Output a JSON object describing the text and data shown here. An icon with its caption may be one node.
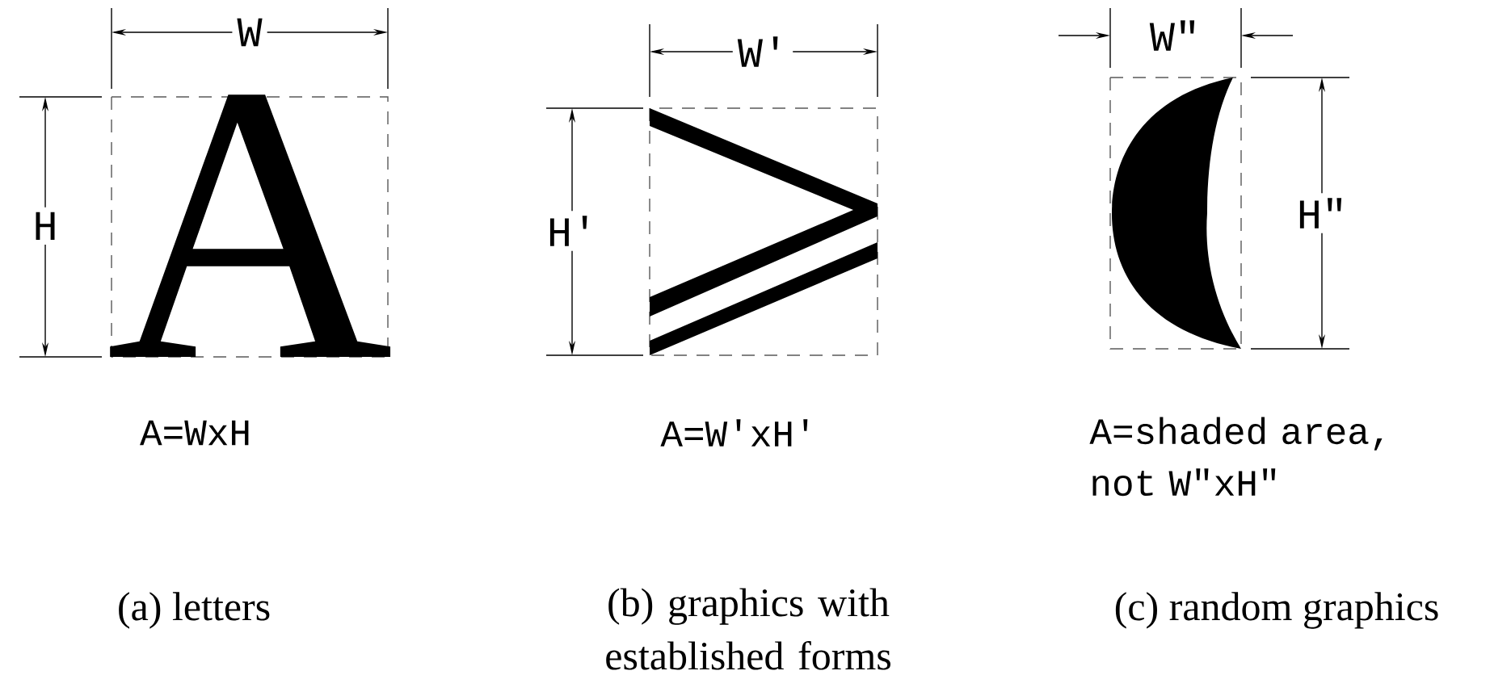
{
  "diagram": {
    "labels": [
      "W",
      "W'",
      "W\"",
      "H",
      "A",
      "H'",
      "H\"",
      "A=WxH",
      "A=W'xH'",
      "A=shaded area, not W\"xH\"",
      "(a) letters",
      "(b) graphics with established forms",
      "(c) random graphics"
    ]
  }
}
